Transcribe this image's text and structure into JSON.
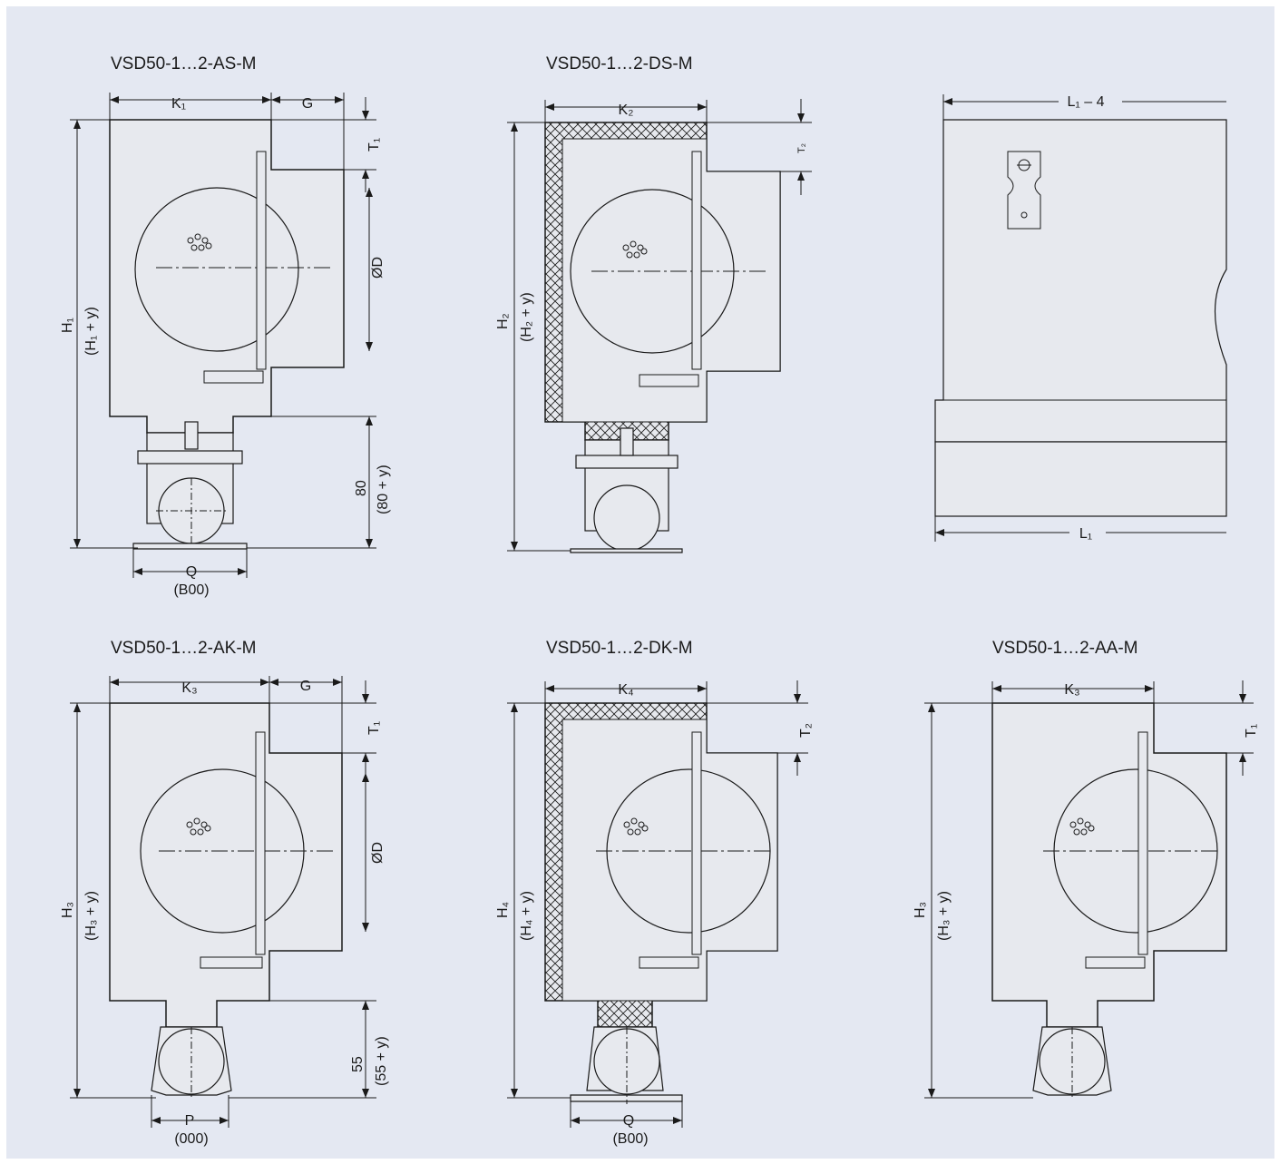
{
  "views": [
    {
      "title": "VSD50-1…2-AS-M",
      "dims": {
        "width": "K₁",
        "extra": "G",
        "height": "H₁",
        "height_alt": "(H₁ + y)",
        "top": "T₁",
        "diameter": "ØD",
        "bottom": "80",
        "bottom_alt": "(80 + y)",
        "base": "Q",
        "base_code": "(B00)"
      }
    },
    {
      "title": "VSD50-1…2-DS-M",
      "dims": {
        "width": "K₂",
        "height": "H₂",
        "height_alt": "(H₂ + y)",
        "top": "T₂"
      }
    },
    {
      "title": "",
      "dims": {
        "length_top": "L₁ – 4",
        "length": "L₁"
      }
    },
    {
      "title": "VSD50-1…2-AK-M",
      "dims": {
        "width": "K₃",
        "extra": "G",
        "height": "H₃",
        "height_alt": "(H₃ + y)",
        "top": "T₁",
        "diameter": "ØD",
        "bottom": "55",
        "bottom_alt": "(55 + y)",
        "base": "P",
        "base_code": "(000)"
      }
    },
    {
      "title": "VSD50-1…2-DK-M",
      "dims": {
        "width": "K₄",
        "height": "H₄",
        "height_alt": "(H₄ + y)",
        "top": "T₂",
        "base": "Q",
        "base_code": "(B00)"
      }
    },
    {
      "title": "VSD50-1…2-AA-M",
      "dims": {
        "width": "K₃",
        "height": "H₃",
        "height_alt": "(H₃ + y)",
        "top": "T₁"
      }
    }
  ],
  "colors": {
    "background": "#e4e8f2",
    "body_fill": "#e7e9ee",
    "line": "#1a1a1a"
  }
}
